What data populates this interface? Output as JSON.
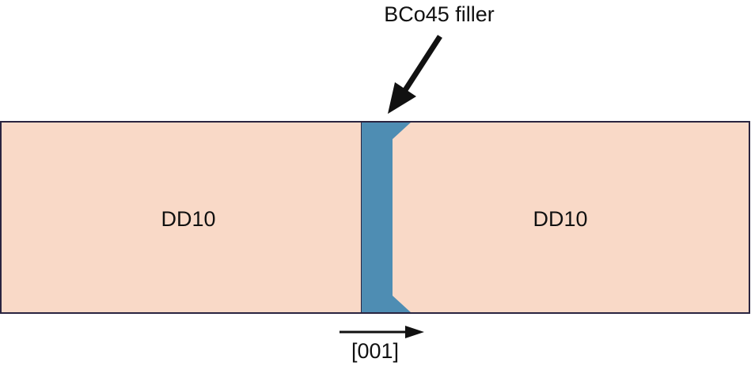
{
  "diagram": {
    "filler_label": "BCo45 filler",
    "left_block_label": "DD10",
    "right_block_label": "DD10",
    "direction_label": "[001]"
  },
  "colors": {
    "base_metal": "#F9D9C7",
    "filler": "#4E8DB3",
    "outline": "#2A2440",
    "arrow": "#111111",
    "background": "#FFFFFF"
  }
}
